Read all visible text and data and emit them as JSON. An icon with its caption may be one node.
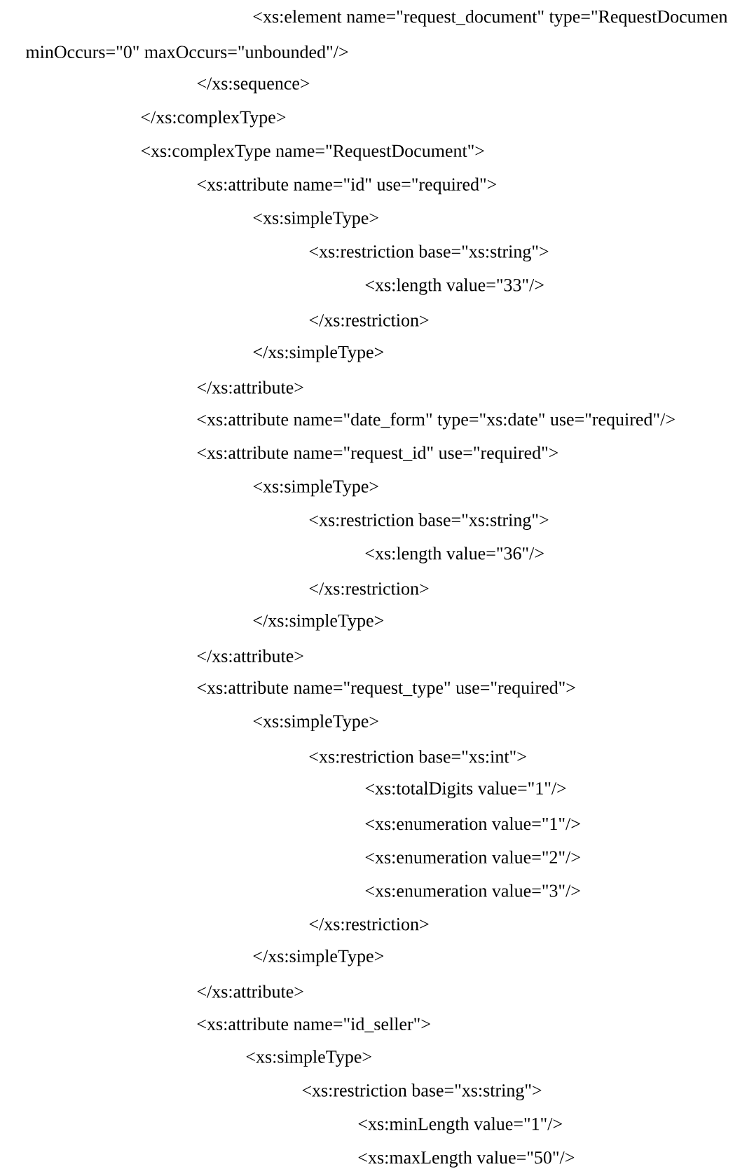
{
  "diagram": {
    "labels": [
      "<xs:element name=\"request_document\" type=\"RequestDocumen",
      "minOccurs=\"0\" maxOccurs=\"unbounded\"/>",
      "</xs:sequence>",
      "</xs:complexType>",
      "<xs:complexType name=\"RequestDocument\">",
      "<xs:attribute name=\"id\" use=\"required\">",
      "<xs:simpleType>",
      "<xs:restriction base=\"xs:string\">",
      "<xs:length value=\"33\"/>",
      "</xs:restriction>",
      "</xs:simpleType>",
      "</xs:attribute>",
      "<xs:attribute name=\"date_form\" type=\"xs:date\" use=\"required\"/>",
      "<xs:attribute name=\"request_id\" use=\"required\">",
      "<xs:simpleType>",
      "<xs:restriction base=\"xs:string\">",
      "<xs:length value=\"36\"/>",
      "</xs:restriction>",
      "</xs:simpleType>",
      "</xs:attribute>",
      "<xs:attribute name=\"request_type\" use=\"required\">",
      "<xs:simpleType>",
      "<xs:restriction base=\"xs:int\">",
      "<xs:totalDigits value=\"1\"/>",
      "<xs:enumeration value=\"1\"/>",
      "<xs:enumeration value=\"2\"/>",
      "<xs:enumeration value=\"3\"/>",
      "</xs:restriction>",
      "</xs:simpleType>",
      "</xs:attribute>",
      "<xs:attribute name=\"id_seller\">",
      "<xs:simpleType>",
      "<xs:restriction base=\"xs:string\">",
      "<xs:minLength value=\"1\"/>",
      "<xs:maxLength value=\"50\"/>"
    ]
  }
}
